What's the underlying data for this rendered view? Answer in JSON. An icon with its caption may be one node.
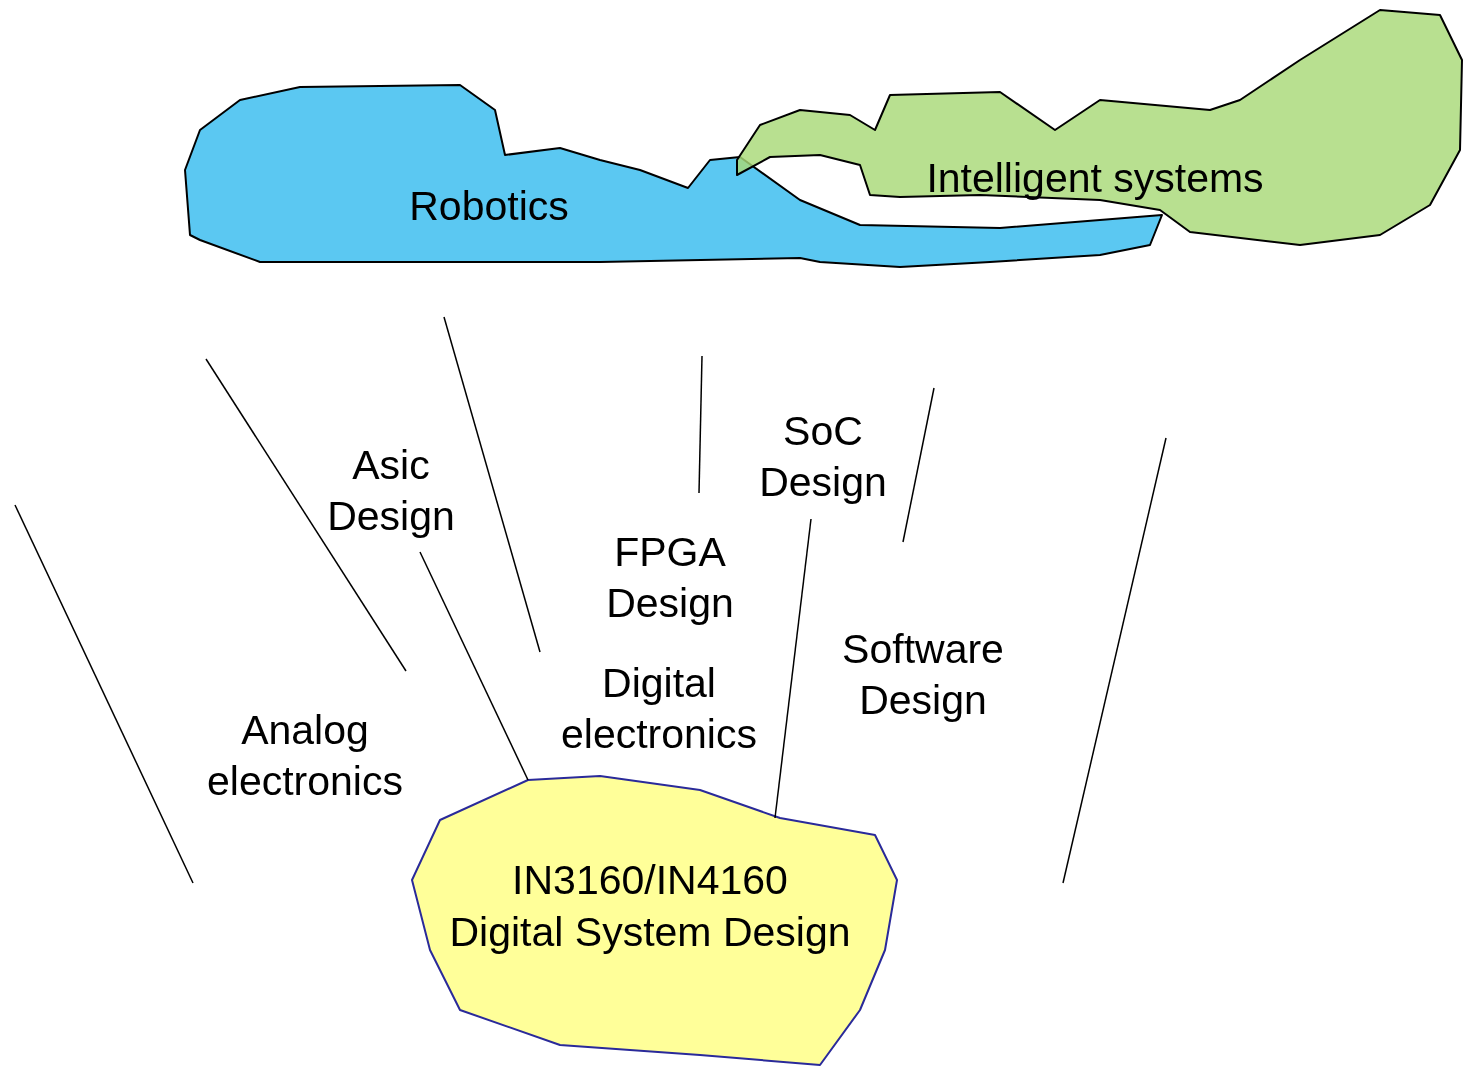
{
  "diagram": {
    "nodes": [
      {
        "text": [
          "Robotics"
        ]
      },
      {
        "text": [
          "Intelligent systems"
        ]
      },
      {
        "text": [
          "IN3160/IN4160",
          "Digital System Design"
        ]
      }
    ],
    "labels": [
      "SoC Design",
      "Asic Design",
      "FPGA Design",
      "Software Design",
      "Digital electronics",
      "Analog electronics"
    ]
  }
}
